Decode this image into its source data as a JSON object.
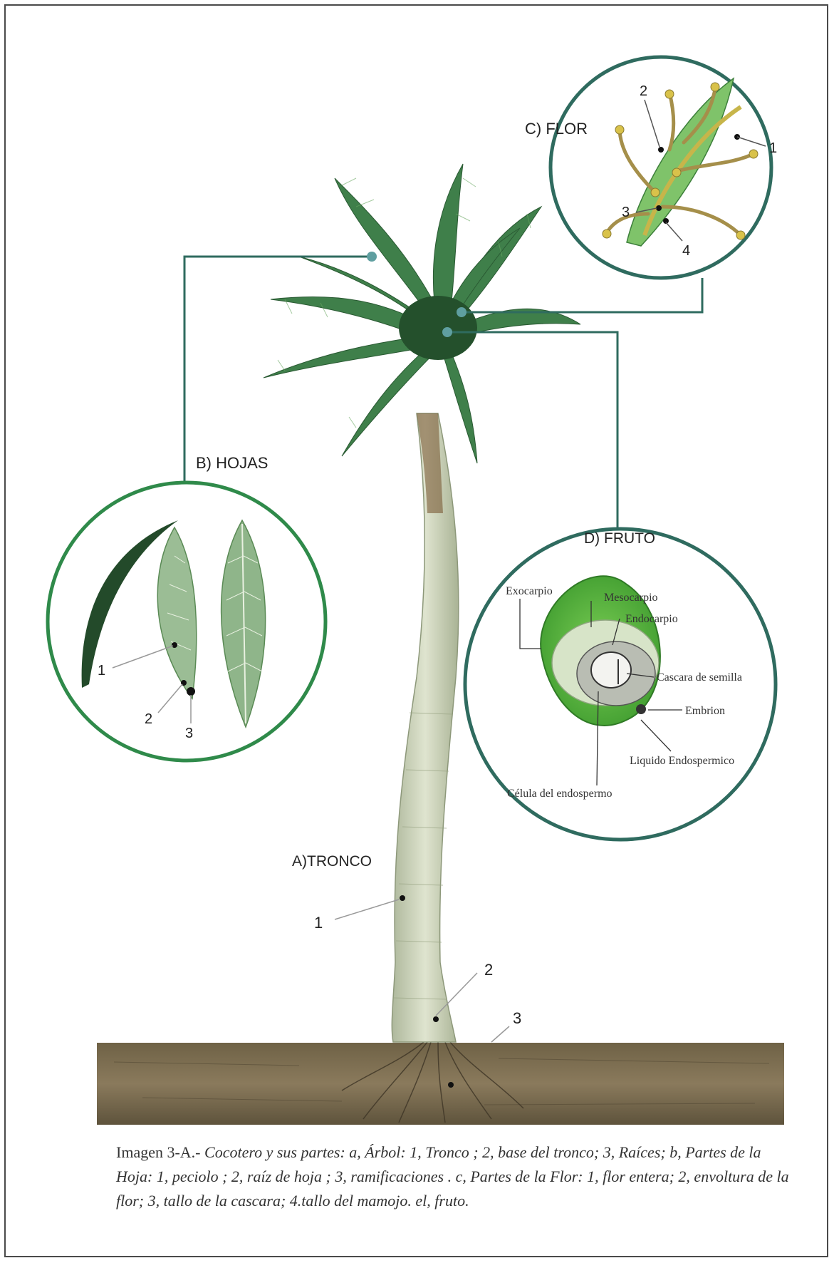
{
  "labels": {
    "flor_title": "C) FLOR",
    "hojas_title": "B) HOJAS",
    "fruto_title": "D)  FRUTO",
    "tronco_title": "A)TRONCO",
    "flor_parts": [
      "1",
      "2",
      "3",
      "4"
    ],
    "hojas_parts": [
      "1",
      "2",
      "3"
    ],
    "tronco_parts": [
      "1",
      "2",
      "3"
    ],
    "fruto_parts": {
      "exocarpio": "Exocarpio",
      "mesocarpio": "Mesocarpio",
      "endocarpio": "Endocarpio",
      "cascara": "Cascara de semilla",
      "embrion": "Embrion",
      "liquido": "Liquido Endospermico",
      "celula": "Célula del endospermo"
    }
  },
  "caption": {
    "lead": "Imagen 3-A.-",
    "text": " Cocotero y sus partes: a, Árbol: 1, Tronco ; 2, base del tronco; 3, Raíces; b, Partes de la Hoja: 1, peciolo ; 2, raíz de hoja ; 3, ramificaciones .      c, Partes de la Flor: 1, flor entera; 2, envoltura de la flor; 3, tallo de la cascara; 4.tallo del mamojo. el, fruto."
  },
  "colors": {
    "connector": "#2f6b5f",
    "circle_hojas": "#2f8a4a",
    "circle_other": "#2f6b5f",
    "soil": "#7a6b52",
    "frond": "#3f7f4a",
    "trunk": "#c9d2b8",
    "fruit_husk": "#4caf3a"
  }
}
